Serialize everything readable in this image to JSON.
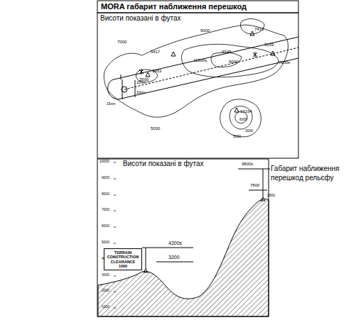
{
  "diagram": {
    "title": "MORA габарит  наближення перешкод",
    "nodes": [
      {
        "text": [
          "TERRAIN CONSTRUCTION CLEARANCE",
          "1000"
        ]
      }
    ],
    "labels": [
      "Висоти показані в футах",
      "7000",
      "5000",
      "7413",
      "5417",
      "9748",
      "3159",
      "11800s",
      "9000",
      "7200s",
      "3453",
      "3500",
      "10nm",
      "10nm",
      "15nm",
      "13194",
      "6000",
      "5000",
      "3000",
      "5000",
      "Висоти показані в футах",
      "10000",
      "9000",
      "8000",
      "7000",
      "6000",
      "5000",
      "4000",
      "3000",
      "2000",
      "1000",
      "9800s",
      "7800",
      "Габарит наближення перешкод рельєфу",
      "2900",
      "4200s",
      "3200"
    ]
  }
}
